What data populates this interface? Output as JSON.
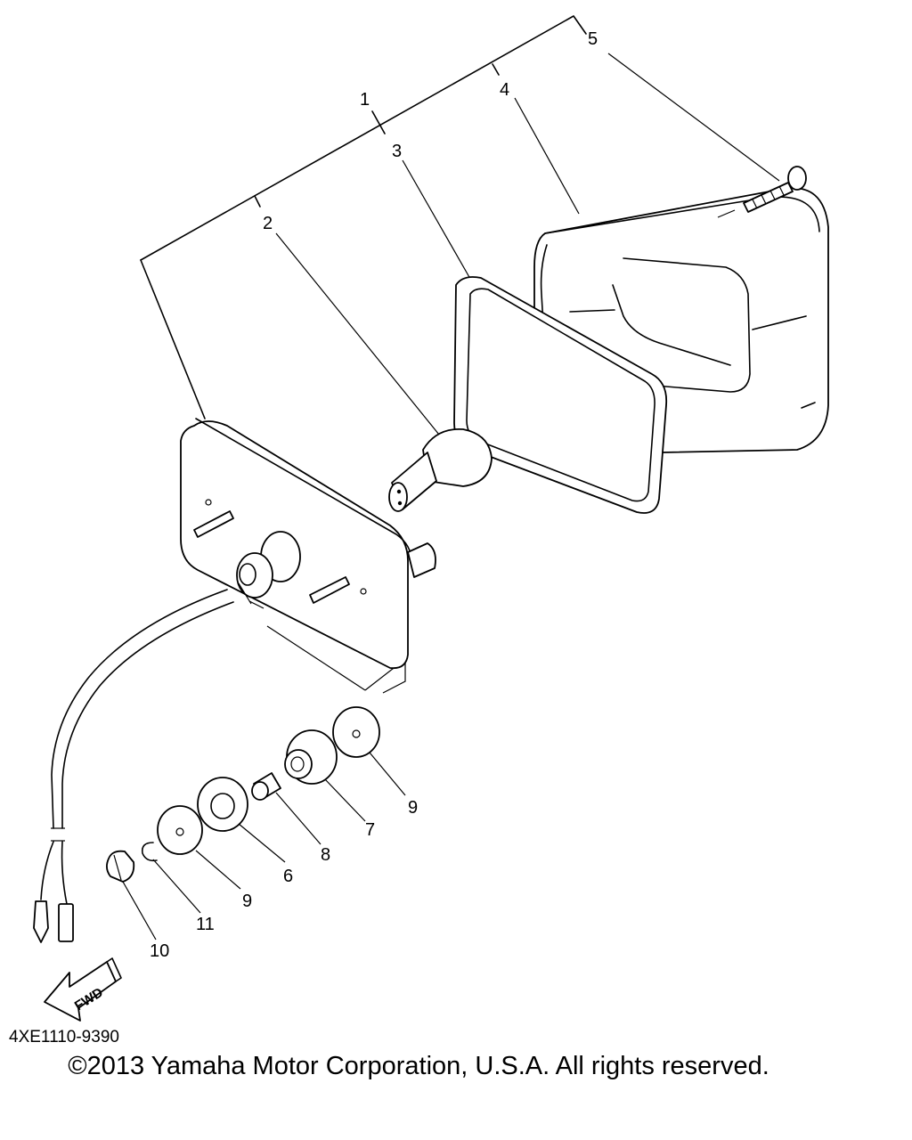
{
  "callouts": {
    "c1": "1",
    "c2": "2",
    "c3": "3",
    "c4": "4",
    "c5": "5",
    "c6": "6",
    "c7": "7",
    "c8": "8",
    "c9a": "9",
    "c9b": "9",
    "c10": "10",
    "c11": "11"
  },
  "direction_label": "FWD",
  "diagram_code": "4XE1110-9390",
  "copyright": "©2013 Yamaha Motor Corporation, U.S.A. All rights reserved."
}
